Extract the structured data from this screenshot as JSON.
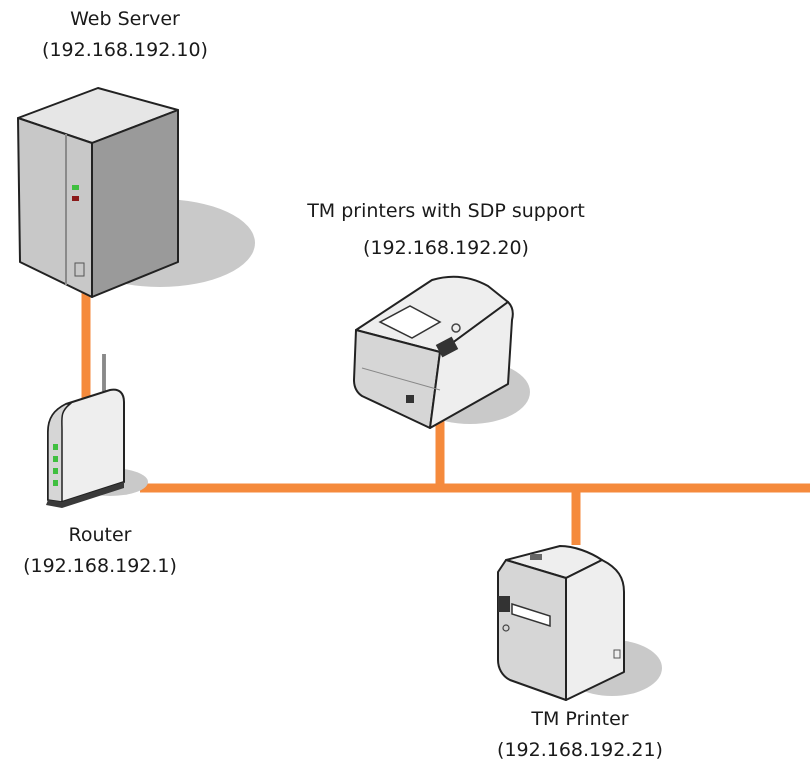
{
  "colors": {
    "link": "#f58a3c",
    "shadow": "#c9c9c9",
    "server_front": "#c8c8c8",
    "server_side": "#9a9a9a",
    "server_top": "#e6e6e6",
    "device_light": "#eeeeee",
    "device_mid": "#d6d6d6",
    "outline": "#222222",
    "led_green": "#3fbf3f",
    "led_red": "#8a1a1a"
  },
  "nodes": {
    "web_server": {
      "name": "Web Server",
      "ip": "(192.168.192.10)",
      "icon": "server-icon"
    },
    "sdp_printer": {
      "name": "TM printers with SDP support",
      "ip": "(192.168.192.20)",
      "icon": "receipt-printer-icon"
    },
    "router": {
      "name": "Router",
      "ip": "(192.168.192.1)",
      "icon": "router-icon"
    },
    "tm_printer": {
      "name": "TM Printer",
      "ip": "(192.168.192.21)",
      "icon": "compact-printer-icon"
    }
  }
}
